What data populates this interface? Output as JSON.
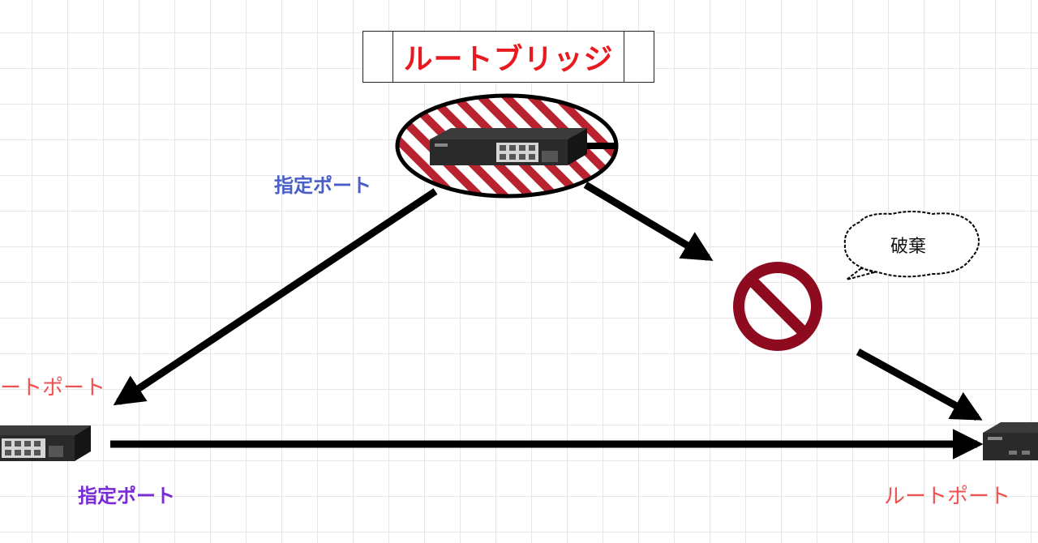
{
  "root_bridge": {
    "title": "ルートブリッジ"
  },
  "labels": {
    "designated_top": "指定ポート",
    "root_left": "ルートポート",
    "designated_bottom": "指定ポート",
    "root_right": "ルートポート"
  },
  "callout": {
    "text": "破棄"
  },
  "colors": {
    "title": "#e8191f",
    "designated_top": "#4a5ec7",
    "designated_bottom": "#7a2bd6",
    "root_port": "#f05252",
    "block": "#8e0a1e",
    "arrow": "#000000"
  },
  "icons": [
    "network-switch-icon",
    "prohibited-icon",
    "arrow-icon",
    "speech-bubble-icon"
  ]
}
